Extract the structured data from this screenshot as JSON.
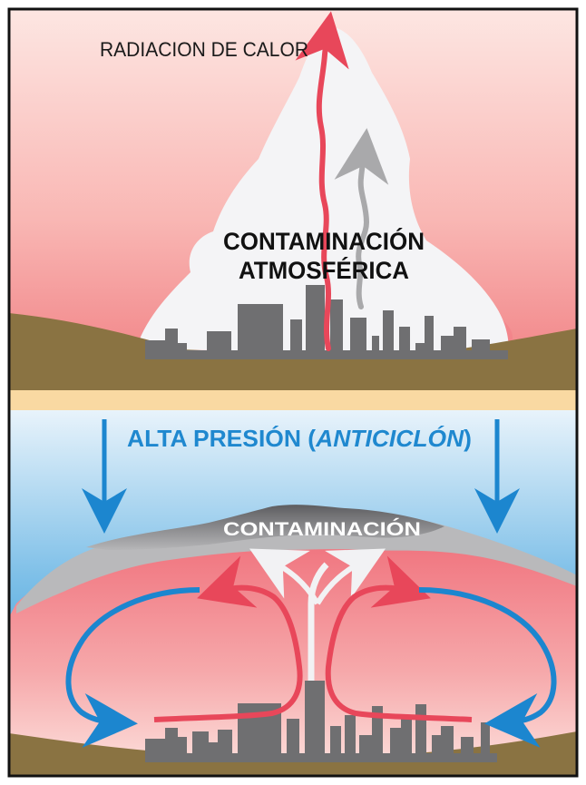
{
  "top_panel": {
    "label_radiation": "RADIACION  DE CALOR",
    "label_pollution_line1": "CONTAMINACIÓN",
    "label_pollution_line2": "ATMOSFÉRICA"
  },
  "bottom_panel": {
    "label_high_pressure_prefix": "ALTA PRESIÓN (",
    "label_high_pressure_italic": "ANTICICLÓN",
    "label_high_pressure_suffix": ")",
    "label_pollution_layer": "CONTAMINACIÓN"
  },
  "colors": {
    "border": "#111111",
    "ground": "#8a7342",
    "city": "#6f6f71",
    "haze": "#f4f4f6",
    "warm_arrow": "#e8475a",
    "cool_arrow": "#1c86cf",
    "grey_arrow": "#a9a9ab",
    "divider": "#f9d9a2",
    "title_blue": "#1f88cf"
  }
}
